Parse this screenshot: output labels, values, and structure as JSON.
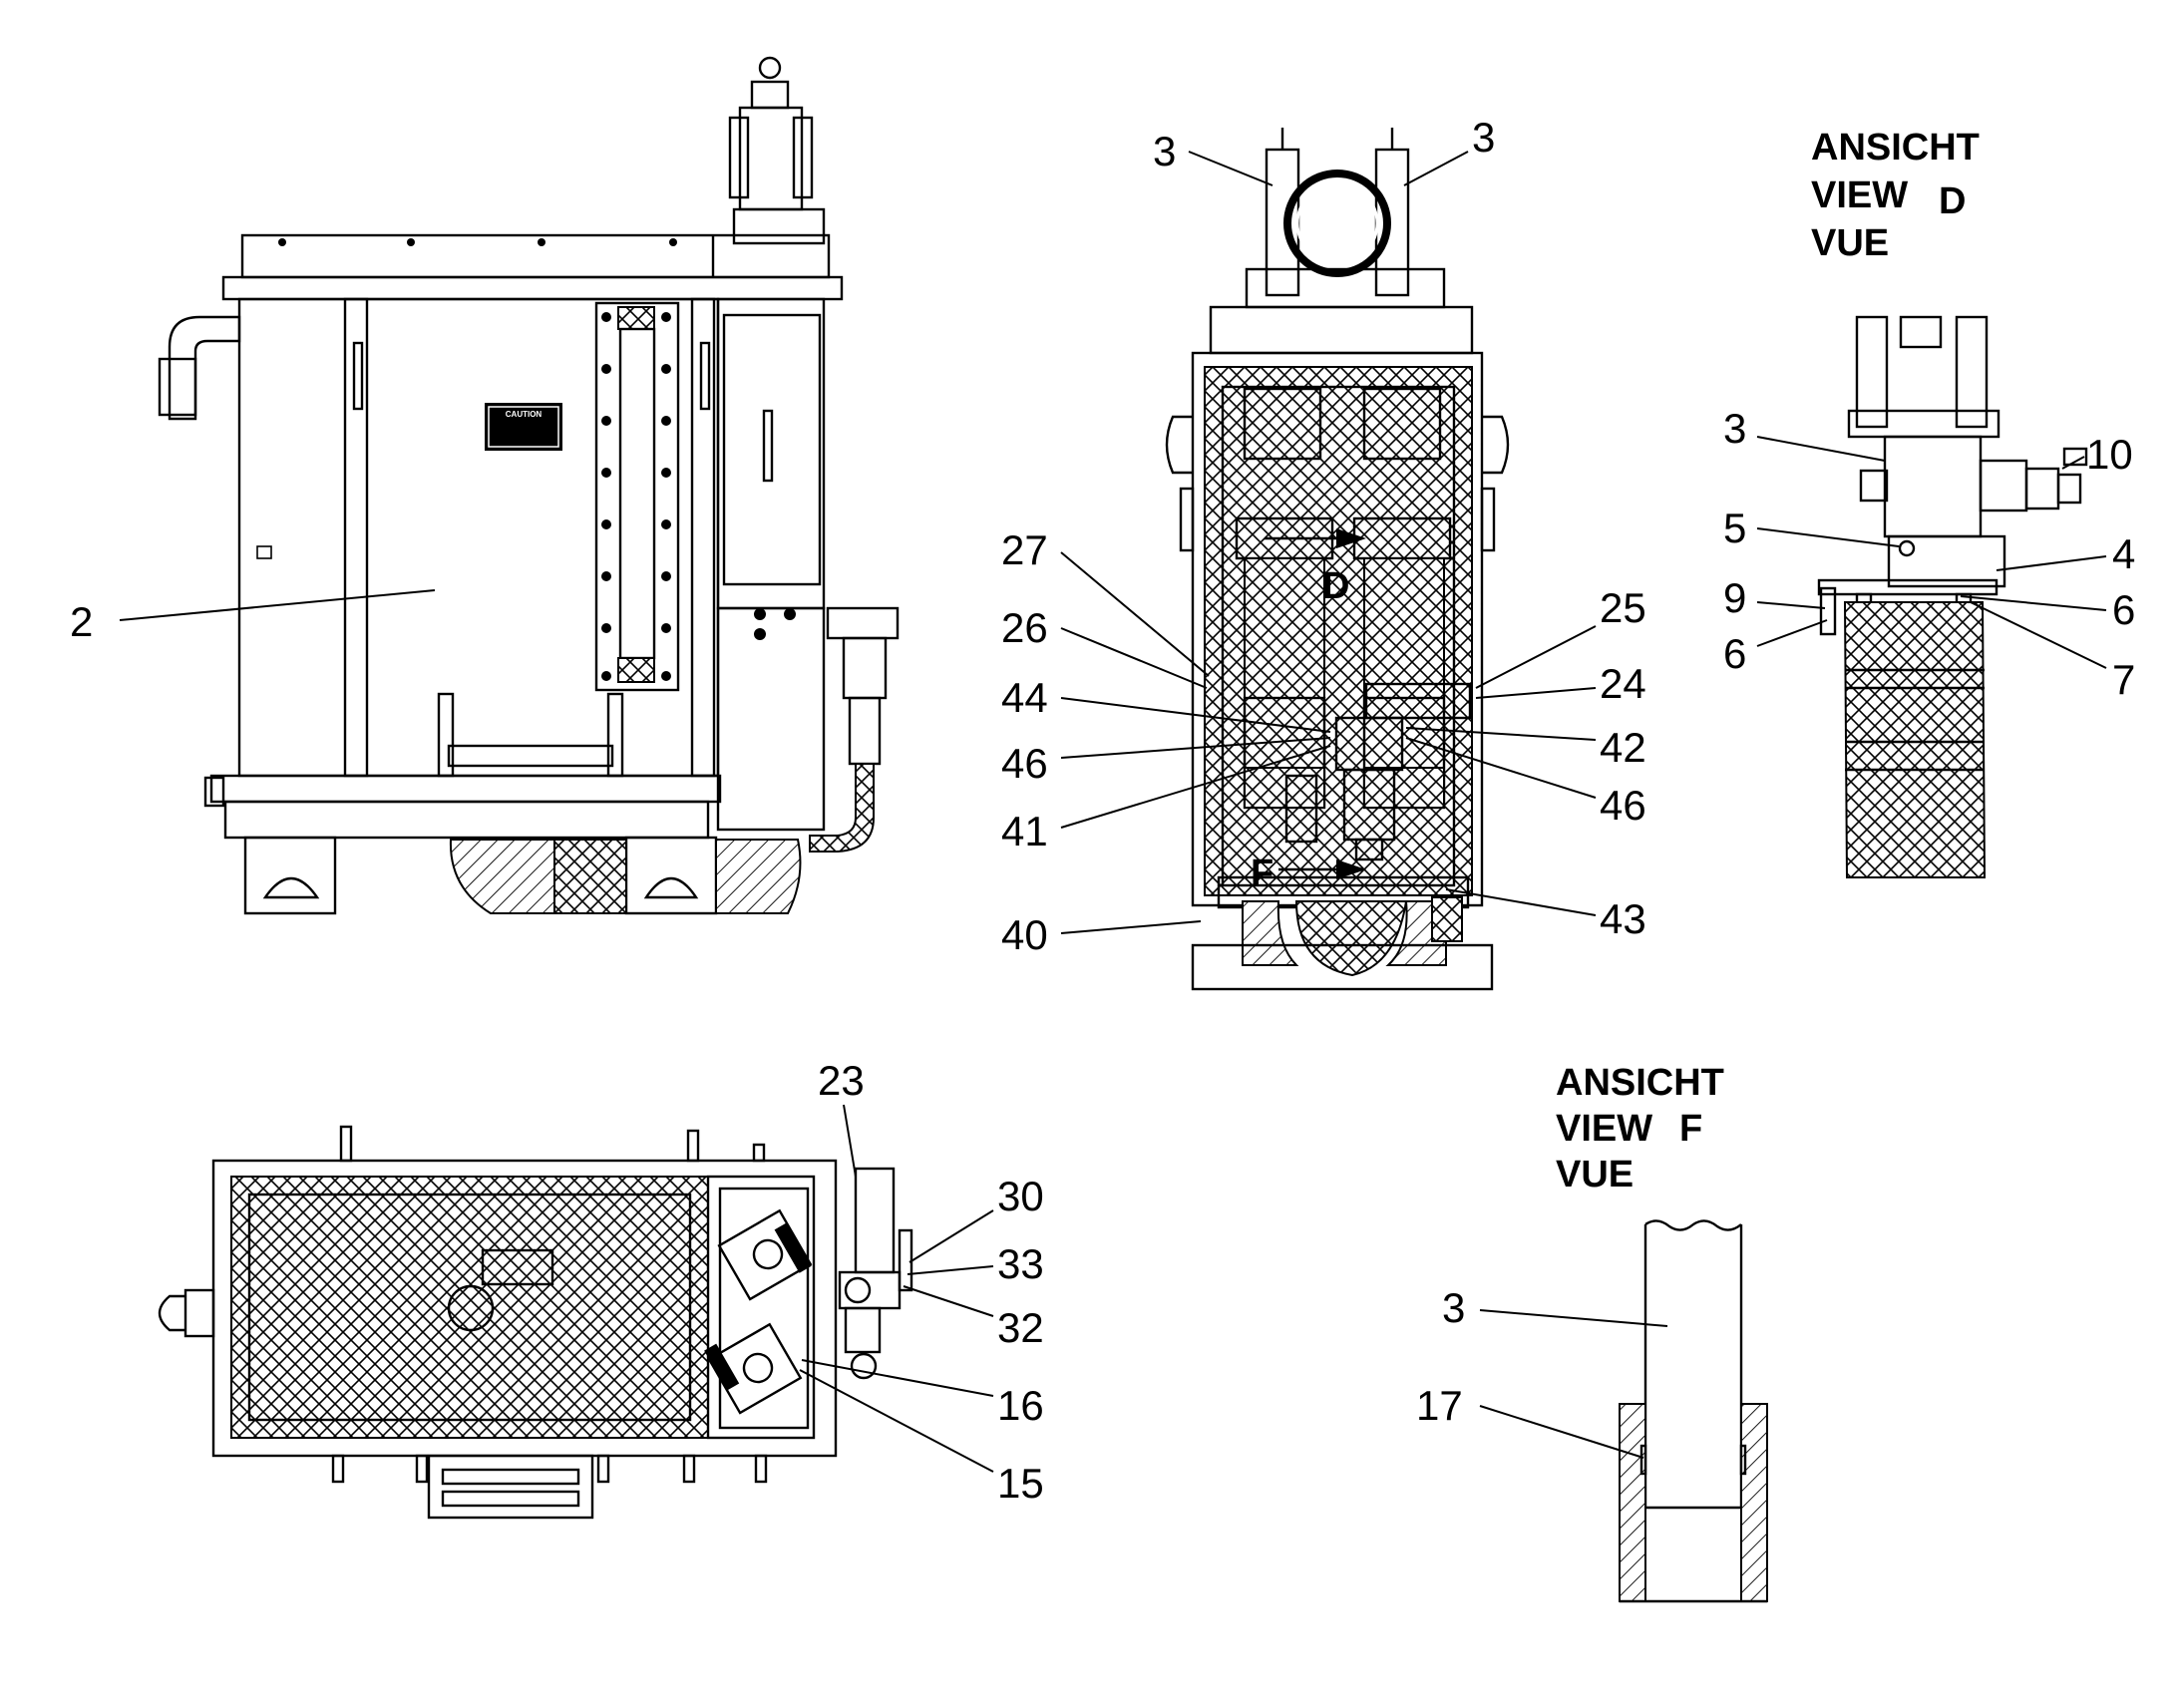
{
  "views": {
    "view_d": {
      "line1": "ANSICHT",
      "line2": "VIEW",
      "letter": "D",
      "line3": "VUE"
    },
    "view_f": {
      "line1": "ANSICHT",
      "line2": "VIEW",
      "letter": "F",
      "line3": "VUE"
    }
  },
  "plate_text": "CAUTION",
  "arrow_labels": {
    "d": "D",
    "f": "F"
  },
  "callouts": {
    "side_view": {
      "n2": "2"
    },
    "front_view": {
      "n3_left": "3",
      "n3_right": "3",
      "n27": "27",
      "n26": "26",
      "n44": "44",
      "n46_left": "46",
      "n41": "41",
      "n40": "40",
      "n25": "25",
      "n24": "24",
      "n42": "42",
      "n46_right": "46",
      "n43": "43"
    },
    "view_d": {
      "n3": "3",
      "n10": "10",
      "n5": "5",
      "n4": "4",
      "n9": "9",
      "n6_right": "6",
      "n6_left": "6",
      "n7": "7"
    },
    "top_view": {
      "n23": "23",
      "n30": "30",
      "n33": "33",
      "n32": "32",
      "n16": "16",
      "n15": "15"
    },
    "view_f": {
      "n3": "3",
      "n17": "17"
    }
  }
}
